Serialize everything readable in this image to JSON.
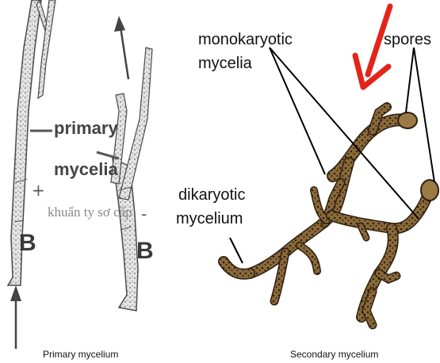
{
  "left_panel": {
    "label_primary": "primary",
    "label_mycelia": "mycelia",
    "label_vietnamese": "khuẩn ty sơ cấp",
    "mating_type_left": "B",
    "mating_type_right": "B",
    "sign_plus": "+",
    "sign_minus": "-",
    "caption": "Primary mycelium"
  },
  "right_panel": {
    "label_monokaryotic": "monokaryotic",
    "label_mycelia": "mycelia",
    "label_spores": "spores",
    "label_dikaryotic": "dikaryotic",
    "label_mycelium": "mycelium",
    "caption": "Secondary mycelium"
  },
  "colors": {
    "hypha_fill": "#8b6a3a",
    "hypha_dark": "#3b2a12",
    "arrow_red": "#e3241b",
    "pointer": "#000000",
    "sketch_gray": "#777777"
  }
}
